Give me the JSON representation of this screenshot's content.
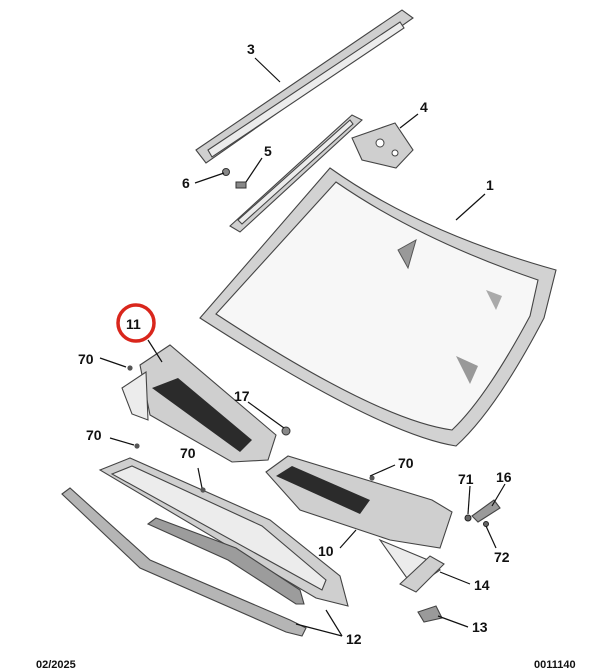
{
  "callouts": {
    "c1": "1",
    "c3": "3",
    "c4": "4",
    "c5": "5",
    "c6": "6",
    "c10": "10",
    "c11": "11",
    "c12": "12",
    "c13": "13",
    "c14": "14",
    "c16": "16",
    "c17": "17",
    "c70a": "70",
    "c70b": "70",
    "c70c": "70",
    "c70d": "70",
    "c71": "71",
    "c72": "72"
  },
  "footer": {
    "date": "02/2025",
    "ref": "0011140"
  },
  "highlight_color": "#d9261c"
}
